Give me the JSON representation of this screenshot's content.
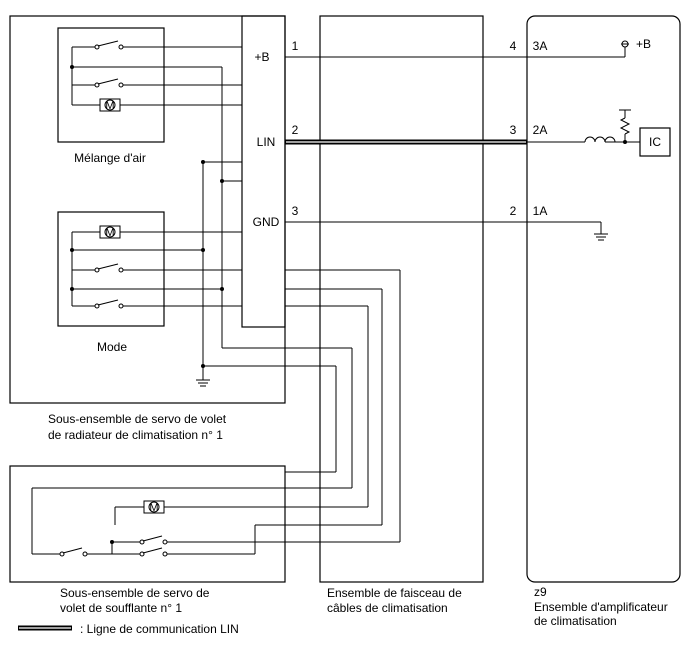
{
  "connector": {
    "pins_left": [
      "+B",
      "LIN",
      "GND"
    ],
    "pin_nums_left": [
      "1",
      "2",
      "3"
    ],
    "pin_nums_right": [
      "4",
      "3",
      "2"
    ],
    "amp_pins": [
      "3A",
      "2A",
      "1A"
    ]
  },
  "labels": {
    "air_mix": "Mélange d'air",
    "mode": "Mode",
    "radiator_servo_line1": "Sous-ensemble de servo de volet",
    "radiator_servo_line2": "de radiateur de climatisation n° 1",
    "blower_servo_line1": "Sous-ensemble de servo de",
    "blower_servo_line2": "volet de soufflante n° 1",
    "harness_line1": "Ensemble de faisceau de",
    "harness_line2": "câbles de climatisation",
    "amp_code": "z9",
    "amp_line1": "Ensemble d'amplificateur",
    "amp_line2": "de climatisation",
    "power": "+B",
    "ic": "IC",
    "motor": "M",
    "legend": ": Ligne de communication LIN"
  }
}
